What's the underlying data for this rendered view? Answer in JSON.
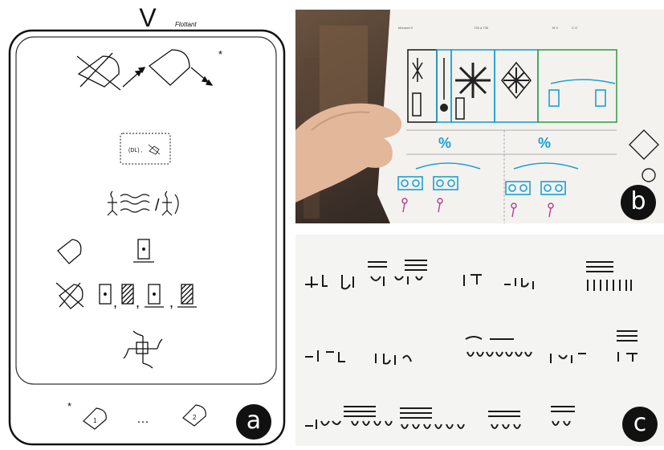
{
  "panel_a": {
    "title": "V",
    "subtitle": "Flottant",
    "asterisk_top": "*",
    "asterisk_bottom": "*",
    "ellipsis": "…",
    "label": "a",
    "dashed_box_text": "(DL) , ",
    "slash": "/",
    "commas": [
      ",",
      ",",
      ","
    ],
    "marker_numbers": [
      "1",
      "2"
    ]
  },
  "panel_b": {
    "label": "b",
    "sheet_header": [
      "Moment 5",
      "T20 à T30",
      "M V",
      "C O"
    ],
    "symbols_color_blue": "#1a9fd6",
    "symbols_color_magenta": "#b04090",
    "symbols_color_green": "#3aa04a"
  },
  "panel_c": {
    "label": "c",
    "ink_color": "#1a1a1a"
  }
}
